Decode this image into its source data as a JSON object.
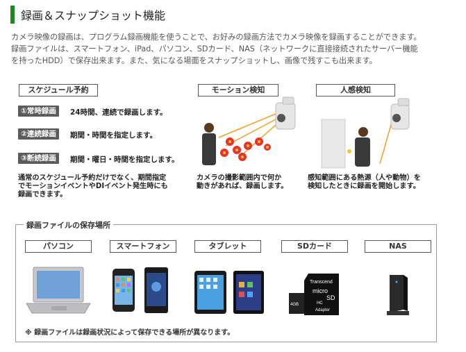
{
  "title": "録画＆スナップショット機能",
  "intro_lines": [
    "カメラ映像の録画は、プログラム録画機能を使うことで、お好みの録画方法でカメラ映像を録画することができます。",
    "録画ファイルは、スマートフォン、iPad、パソコン、SDカード、NAS（ネットワークに直接接続されたサーバー機能",
    "を持ったHDD）で保存出来ます。また、気になる場面をスナップショットし、画像で残すこも出来ます。"
  ],
  "schedule": {
    "label": "スケジュール予約",
    "rows": [
      {
        "badge": "①常時録画",
        "text": "24時間、連続で録画します。"
      },
      {
        "badge": "②連続録画",
        "text": "期間・時間を指定します。"
      },
      {
        "badge": "③断続録画",
        "text": "期間・曜日・時間を指定します。"
      }
    ],
    "desc_lines": [
      "通常のスケジュール予約だけでなく、期間指定",
      "でモーションイベントやDIイベント発生時にも",
      "録画できます。"
    ]
  },
  "motion": {
    "label": "モーション検知",
    "desc_lines": [
      "カメラの撮影範囲内で何か",
      "動きがあれば、録画します。"
    ]
  },
  "human": {
    "label": "人感検知",
    "desc_lines": [
      "感知範囲にある熱源（人や動物）を",
      "検知したときに録画を開始します。"
    ]
  },
  "storage": {
    "title": "録画ファイルの保存場所",
    "items": [
      {
        "label": "パソコン"
      },
      {
        "label": "スマートフォン"
      },
      {
        "label": "タブレット"
      },
      {
        "label": "SDカード"
      },
      {
        "label": "NAS"
      }
    ],
    "sd_card_text": {
      "brand": "Transcend",
      "micro": "micro",
      "sd": "SD",
      "hc": "HC",
      "adapter": "Adapter",
      "gb": "4GB"
    },
    "note": "※ 録画ファイルは録画状況によって保存できる場所が異なります。"
  },
  "colors": {
    "accent": "#1e8a1e",
    "badge": "#5b5b5b",
    "motion_line": "#f0a020"
  }
}
